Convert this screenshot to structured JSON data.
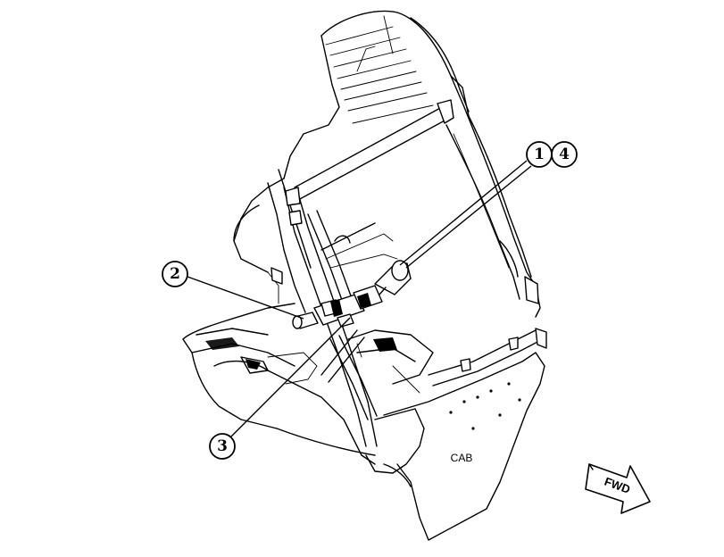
{
  "callouts": [
    {
      "id": "c1",
      "label": "1"
    },
    {
      "id": "c4",
      "label": "4"
    },
    {
      "id": "c2",
      "label": "2"
    },
    {
      "id": "c3",
      "label": "3"
    }
  ],
  "labels": {
    "cab": "CAB",
    "fwd": "FWD"
  },
  "colors": {
    "ink": "#000000",
    "paper": "#ffffff"
  }
}
